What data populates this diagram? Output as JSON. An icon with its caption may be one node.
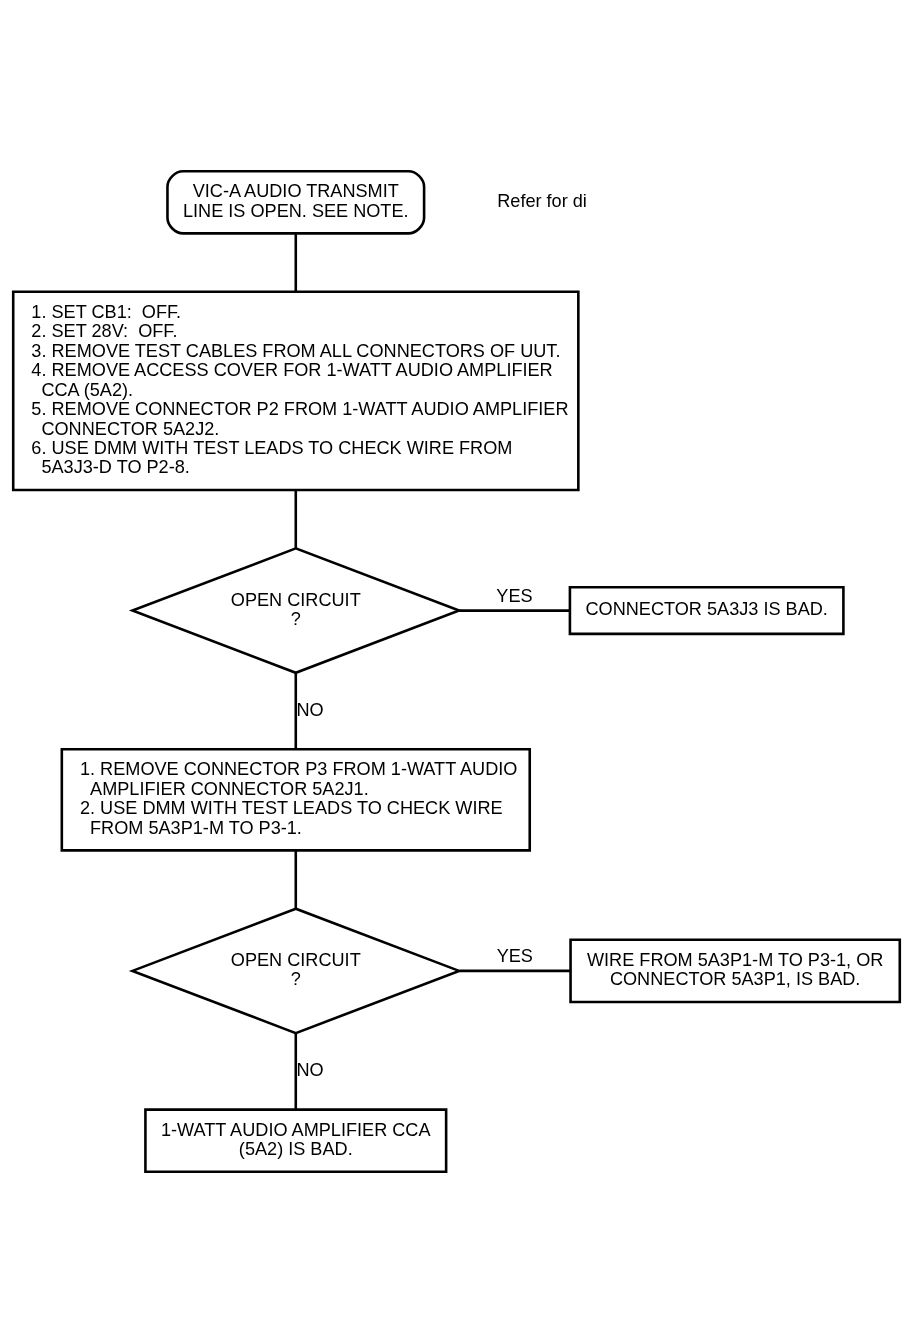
{
  "diagram": {
    "nodes": [
      {
        "text": [
          "VIC-A AUDIO TRANSMIT LINE IS OPEN. SEE NOTE."
        ]
      },
      {
        "text": [
          "1. SET CB1:  OFF.",
          "2. SET 28V:  OFF.",
          "3. REMOVE TEST CABLES FROM ALL CONNECTORS OF UUT.",
          "4. REMOVE ACCESS COVER FOR 1-WATT AUDIO AMPLIFIER CCA (5A2).",
          "5. REMOVE CONNECTOR P2 FROM 1-WATT AUDIO AMPLIFIER CONNECTOR 5A2J2.",
          "6. USE DMM WITH TEST LEADS TO CHECK WIRE FROM 5A3J3-D TO P2-8."
        ]
      },
      {
        "text": [
          "OPEN CIRCUIT",
          "?"
        ]
      },
      {
        "text": [
          "CONNECTOR 5A3J3 IS BAD."
        ]
      },
      {
        "text": [
          "1. REMOVE CONNECTOR P3 FROM 1-WATT AUDIO AMPLIFIER CONNECTOR 5A2J1.",
          "2. USE DMM WITH TEST LEADS TO CHECK WIRE FROM 5A3P1-M TO P3-1."
        ]
      },
      {
        "text": [
          "OPEN CIRCUIT",
          "?"
        ]
      },
      {
        "text": [
          "WIRE FROM 5A3P1-M TO P3-1, OR CONNECTOR 5A3P1, IS BAD."
        ]
      },
      {
        "text": [
          "1-WATT AUDIO AMPLIFIER CCA (5A2) IS BAD."
        ]
      }
    ],
    "edges": [
      {
        "from": 0,
        "to": 1,
        "arrow": "none"
      },
      {
        "from": 1,
        "to": 2,
        "arrow": "none"
      },
      {
        "from": 2,
        "to": 3,
        "arrow": "none",
        "label": "YES"
      },
      {
        "from": 2,
        "to": 4,
        "arrow": "none",
        "label": "NO"
      },
      {
        "from": 4,
        "to": 5,
        "arrow": "none"
      },
      {
        "from": 5,
        "to": 6,
        "arrow": "none",
        "label": "YES"
      },
      {
        "from": 5,
        "to": 7,
        "arrow": "none",
        "label": "NO"
      }
    ],
    "labels": [
      "Refer for di"
    ]
  }
}
